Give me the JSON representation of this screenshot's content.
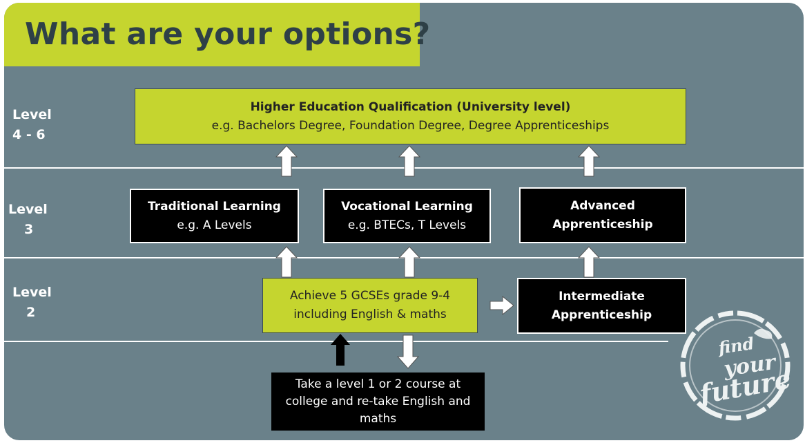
{
  "title": "What are your options?",
  "levels": [
    {
      "line1": "Level",
      "line2": "4 - 6"
    },
    {
      "line1": "Level",
      "line2": "3"
    },
    {
      "line1": "Level",
      "line2": "2"
    }
  ],
  "higher_ed": {
    "heading": "Higher Education Qualification (University level)",
    "sub": "e.g. Bachelors Degree, Foundation Degree, Degree Apprenticeships"
  },
  "traditional": {
    "heading": "Traditional Learning",
    "sub": "e.g. A Levels"
  },
  "vocational": {
    "heading": "Vocational Learning",
    "sub": "e.g. BTECs, T Levels"
  },
  "advanced": {
    "line1": "Advanced",
    "line2": "Apprenticeship"
  },
  "gcse": {
    "line1": "Achieve 5 GCSEs grade 9-4",
    "line2": "including English & maths"
  },
  "intermediate": {
    "line1": "Intermediate",
    "line2": "Apprenticeship"
  },
  "course": {
    "line1": "Take a level 1 or 2 course at",
    "line2": "college and re-take English and",
    "line3": "maths"
  },
  "logo_text": "find your future",
  "colors": {
    "background": "#6a818a",
    "accent": "#c5d52f",
    "dark_box": "#000000",
    "title_text": "#2e4047"
  }
}
